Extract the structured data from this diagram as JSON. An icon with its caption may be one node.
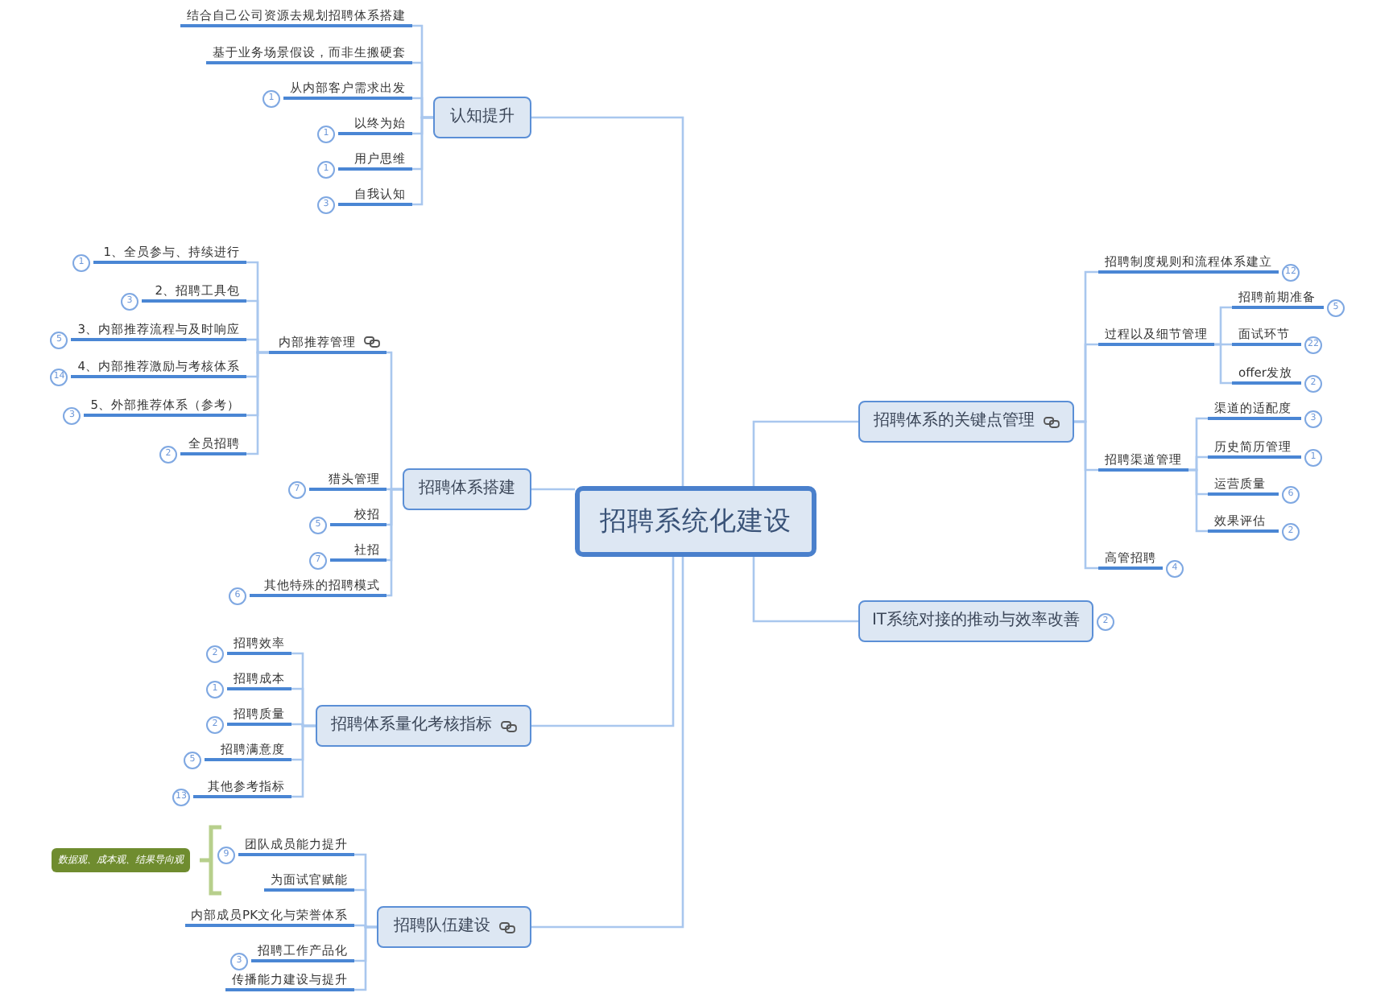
{
  "diagram": {
    "nodes": [
      {
        "text": [
          "招聘系统化建设"
        ]
      },
      {
        "text": [
          "认知提升"
        ]
      },
      {
        "text": [
          "结合自己公司资源去规划招聘体系搭建"
        ]
      },
      {
        "text": [
          "基于业务场景假设，而非生搬硬套"
        ]
      },
      {
        "text": [
          "从内部客户需求出发"
        ],
        "beside": [
          "1"
        ]
      },
      {
        "text": [
          "以终为始"
        ],
        "beside": [
          "1"
        ]
      },
      {
        "text": [
          "用户思维"
        ],
        "beside": [
          "1"
        ]
      },
      {
        "text": [
          "自我认知"
        ],
        "beside": [
          "3"
        ]
      },
      {
        "text": [
          "招聘体系搭建"
        ]
      },
      {
        "text": [
          "内部推荐管理"
        ]
      },
      {
        "text": [
          "1、全员参与、持续进行"
        ],
        "beside": [
          "1"
        ]
      },
      {
        "text": [
          "2、招聘工具包"
        ],
        "beside": [
          "3"
        ]
      },
      {
        "text": [
          "3、内部推荐流程与及时响应"
        ],
        "beside": [
          "5"
        ]
      },
      {
        "text": [
          "4、内部推荐激励与考核体系"
        ],
        "beside": [
          "14"
        ]
      },
      {
        "text": [
          "5、外部推荐体系（参考）"
        ],
        "beside": [
          "3"
        ]
      },
      {
        "text": [
          "全员招聘"
        ],
        "beside": [
          "2"
        ]
      },
      {
        "text": [
          "猎头管理"
        ],
        "beside": [
          "7"
        ]
      },
      {
        "text": [
          "校招"
        ],
        "beside": [
          "5"
        ]
      },
      {
        "text": [
          "社招"
        ],
        "beside": [
          "7"
        ]
      },
      {
        "text": [
          "其他特殊的招聘模式"
        ],
        "beside": [
          "6"
        ]
      },
      {
        "text": [
          "招聘体系量化考核指标"
        ]
      },
      {
        "text": [
          "招聘效率"
        ],
        "beside": [
          "2"
        ]
      },
      {
        "text": [
          "招聘成本"
        ],
        "beside": [
          "1"
        ]
      },
      {
        "text": [
          "招聘质量"
        ],
        "beside": [
          "2"
        ]
      },
      {
        "text": [
          "招聘满意度"
        ],
        "beside": [
          "5"
        ]
      },
      {
        "text": [
          "其他参考指标"
        ],
        "beside": [
          "13"
        ]
      },
      {
        "text": [
          "招聘队伍建设"
        ]
      },
      {
        "text": [
          "团队成员能力提升"
        ],
        "beside": [
          "9"
        ]
      },
      {
        "text": [
          "为面试官赋能"
        ]
      },
      {
        "text": [
          "内部成员PK文化与荣誉体系"
        ]
      },
      {
        "text": [
          "招聘工作产品化"
        ],
        "beside": [
          "3"
        ]
      },
      {
        "text": [
          "传播能力建设与提升"
        ]
      },
      {
        "text": [
          "数据观、成本观、结果导向观"
        ]
      },
      {
        "text": [
          "招聘体系的关键点管理"
        ]
      },
      {
        "text": [
          "招聘制度规则和流程体系建立"
        ],
        "beside": [
          "12"
        ]
      },
      {
        "text": [
          "过程以及细节管理"
        ]
      },
      {
        "text": [
          "招聘前期准备"
        ],
        "beside": [
          "5"
        ]
      },
      {
        "text": [
          "面试环节"
        ],
        "beside": [
          "22"
        ]
      },
      {
        "text": [
          "offer发放"
        ],
        "beside": [
          "2"
        ]
      },
      {
        "text": [
          "招聘渠道管理"
        ]
      },
      {
        "text": [
          "渠道的适配度"
        ],
        "beside": [
          "3"
        ]
      },
      {
        "text": [
          "历史简历管理"
        ],
        "beside": [
          "1"
        ]
      },
      {
        "text": [
          "运营质量"
        ],
        "beside": [
          "6"
        ]
      },
      {
        "text": [
          "效果评估"
        ],
        "beside": [
          "2"
        ]
      },
      {
        "text": [
          "高管招聘"
        ],
        "beside": [
          "4"
        ]
      },
      {
        "text": [
          "IT系统对接的推动与效率改善"
        ],
        "beside": [
          "2"
        ]
      }
    ],
    "edges": [
      {
        "from": 0,
        "to": 1,
        "arrow": "none"
      },
      {
        "from": 1,
        "to": 2,
        "arrow": "none"
      },
      {
        "from": 1,
        "to": 3,
        "arrow": "none"
      },
      {
        "from": 1,
        "to": 4,
        "arrow": "none"
      },
      {
        "from": 1,
        "to": 5,
        "arrow": "none"
      },
      {
        "from": 1,
        "to": 6,
        "arrow": "none"
      },
      {
        "from": 1,
        "to": 7,
        "arrow": "none"
      },
      {
        "from": 0,
        "to": 8,
        "arrow": "none"
      },
      {
        "from": 8,
        "to": 9,
        "arrow": "none"
      },
      {
        "from": 9,
        "to": 10,
        "arrow": "none"
      },
      {
        "from": 9,
        "to": 11,
        "arrow": "none"
      },
      {
        "from": 9,
        "to": 12,
        "arrow": "none"
      },
      {
        "from": 9,
        "to": 13,
        "arrow": "none"
      },
      {
        "from": 9,
        "to": 14,
        "arrow": "none"
      },
      {
        "from": 9,
        "to": 15,
        "arrow": "none"
      },
      {
        "from": 8,
        "to": 16,
        "arrow": "none"
      },
      {
        "from": 8,
        "to": 17,
        "arrow": "none"
      },
      {
        "from": 8,
        "to": 18,
        "arrow": "none"
      },
      {
        "from": 8,
        "to": 19,
        "arrow": "none"
      },
      {
        "from": 0,
        "to": 20,
        "arrow": "none"
      },
      {
        "from": 20,
        "to": 21,
        "arrow": "none"
      },
      {
        "from": 20,
        "to": 22,
        "arrow": "none"
      },
      {
        "from": 20,
        "to": 23,
        "arrow": "none"
      },
      {
        "from": 20,
        "to": 24,
        "arrow": "none"
      },
      {
        "from": 20,
        "to": 25,
        "arrow": "none"
      },
      {
        "from": 0,
        "to": 26,
        "arrow": "none"
      },
      {
        "from": 26,
        "to": 27,
        "arrow": "none"
      },
      {
        "from": 26,
        "to": 28,
        "arrow": "none"
      },
      {
        "from": 26,
        "to": 29,
        "arrow": "none"
      },
      {
        "from": 26,
        "to": 30,
        "arrow": "none"
      },
      {
        "from": 26,
        "to": 31,
        "arrow": "none"
      },
      {
        "from": 0,
        "to": 33,
        "arrow": "none"
      },
      {
        "from": 33,
        "to": 34,
        "arrow": "none"
      },
      {
        "from": 33,
        "to": 35,
        "arrow": "none"
      },
      {
        "from": 35,
        "to": 36,
        "arrow": "none"
      },
      {
        "from": 35,
        "to": 37,
        "arrow": "none"
      },
      {
        "from": 35,
        "to": 38,
        "arrow": "none"
      },
      {
        "from": 33,
        "to": 39,
        "arrow": "none"
      },
      {
        "from": 39,
        "to": 40,
        "arrow": "none"
      },
      {
        "from": 39,
        "to": 41,
        "arrow": "none"
      },
      {
        "from": 39,
        "to": 42,
        "arrow": "none"
      },
      {
        "from": 39,
        "to": 43,
        "arrow": "none"
      },
      {
        "from": 33,
        "to": 44,
        "arrow": "none"
      },
      {
        "from": 0,
        "to": 45,
        "arrow": "none"
      }
    ]
  }
}
